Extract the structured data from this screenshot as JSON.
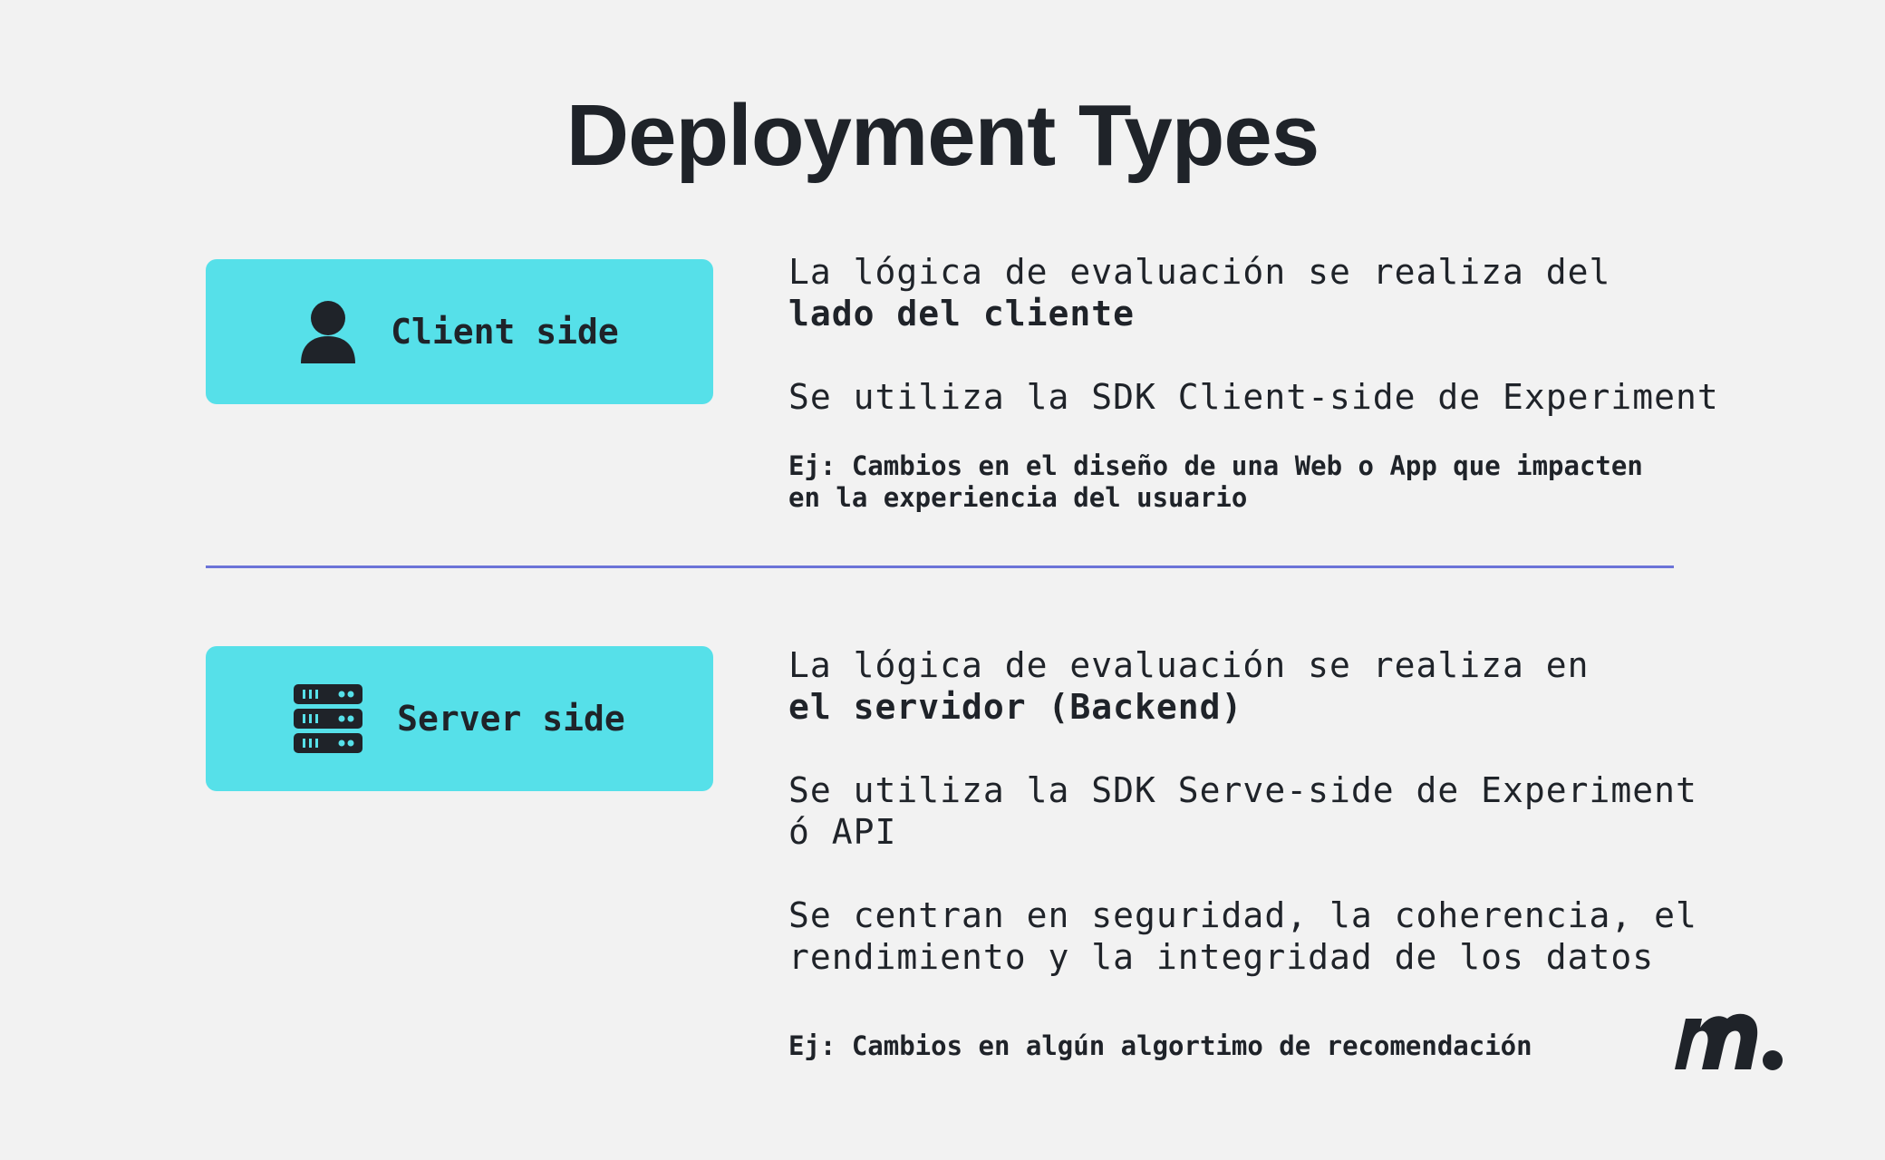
{
  "title": "Deployment Types",
  "colors": {
    "badge": "#56e0e9",
    "divider": "#6c74d8",
    "text": "#1f2329",
    "background": "#f2f2f2"
  },
  "client": {
    "icon": "user-icon",
    "label": "Client side",
    "line1": "La lógica de evaluación se realiza del",
    "line2": "lado del cliente",
    "sdk": "Se utiliza la SDK Client-side de Experiment",
    "example_line1": "Ej: Cambios en el diseño de una Web o App que impacten",
    "example_line2": "en la experiencia del usuario"
  },
  "server": {
    "icon": "server-icon",
    "label": "Server side",
    "line1": "La lógica de evaluación se realiza en",
    "line2": "el servidor (Backend)",
    "sdk_line1": "Se utiliza la SDK Serve-side de Experiment",
    "sdk_line2": "ó API",
    "focus_line1": "Se centran en seguridad, la coherencia, el",
    "focus_line2": "rendimiento y la integridad de los datos",
    "example": "Ej: Cambios en algún algortimo de recomendación"
  },
  "logo": {
    "icon": "brand-logo-icon"
  }
}
